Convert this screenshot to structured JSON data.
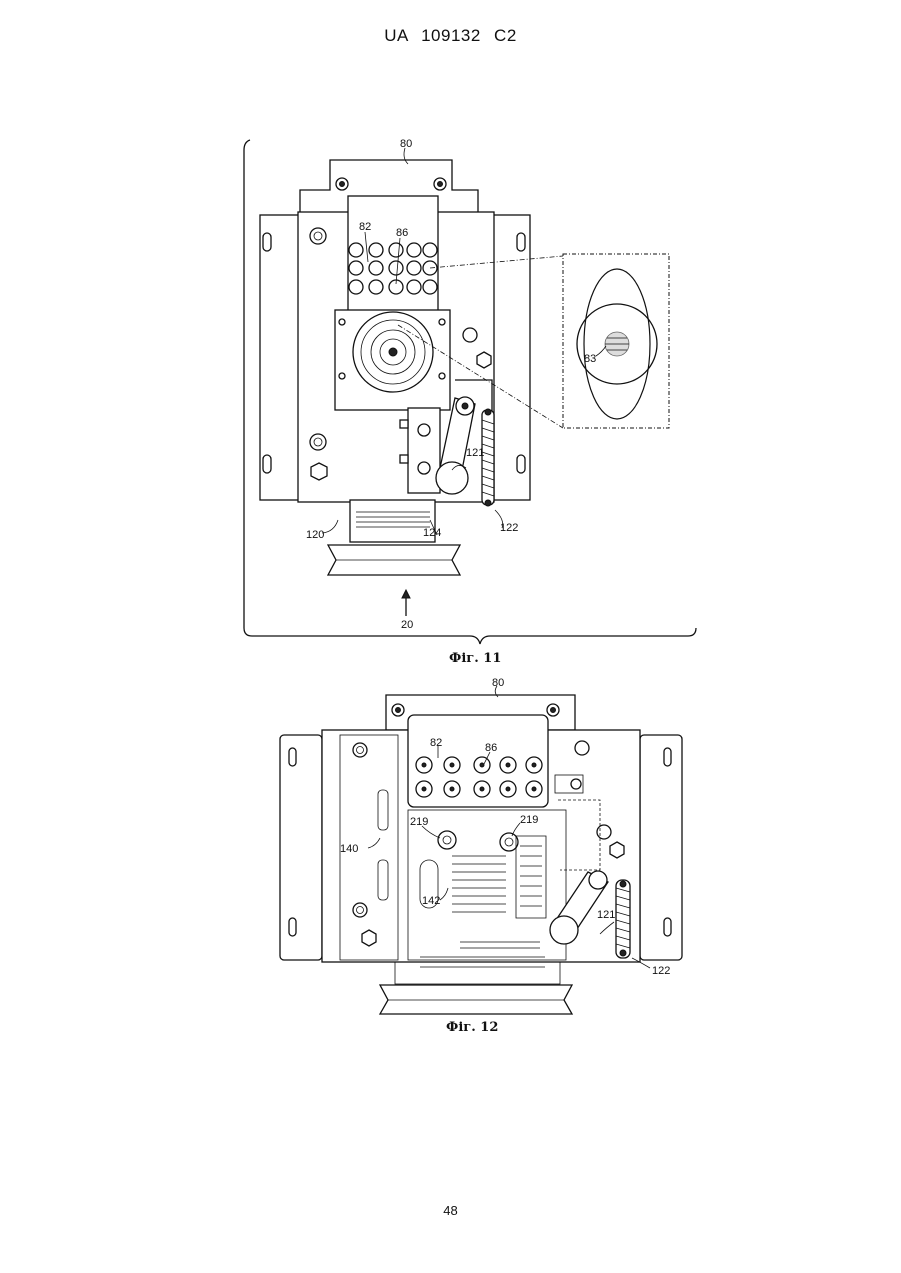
{
  "document": {
    "header": "UA 109132 C2",
    "page_number": "48"
  },
  "fig11": {
    "caption": "Фіг. 11",
    "labels": {
      "l80": "80",
      "l82": "82",
      "l86": "86",
      "l83": "83",
      "l121": "121",
      "l120": "120",
      "l124": "124",
      "l122": "122",
      "l20": "20"
    }
  },
  "fig12": {
    "caption": "Фіг. 12",
    "labels": {
      "l80": "80",
      "l82": "82",
      "l86": "86",
      "l219a": "219",
      "l219b": "219",
      "l140": "140",
      "l142": "142",
      "l121": "121",
      "l122": "122"
    }
  }
}
